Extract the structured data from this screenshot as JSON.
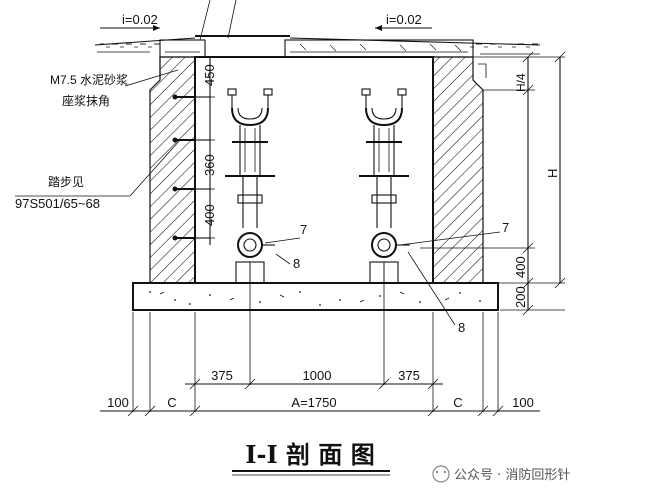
{
  "slopes": {
    "left": "i=0.02",
    "right": "i=0.02"
  },
  "labels": {
    "mortar_line1": "M7.5 水泥砂浆",
    "mortar_line2": "座浆抹角",
    "steps_line1": "踏步见",
    "steps_line2": "97S501/65~68"
  },
  "left_dims": {
    "d1": "450",
    "d2": "360",
    "d3": "400"
  },
  "right_dims": {
    "hq": "H/4",
    "h": "H",
    "d400": "400",
    "d200": "200"
  },
  "callouts": {
    "seven_a": "7",
    "eight_a": "8",
    "seven_b": "7",
    "eight_b": "8"
  },
  "bottom_dims": {
    "row1": [
      "375",
      "1000",
      "375"
    ],
    "row2": [
      "100",
      "C",
      "A=1750",
      "C",
      "100"
    ]
  },
  "title": "I-I 剖 面 图",
  "watermark": "公众号 · 消防回形针"
}
